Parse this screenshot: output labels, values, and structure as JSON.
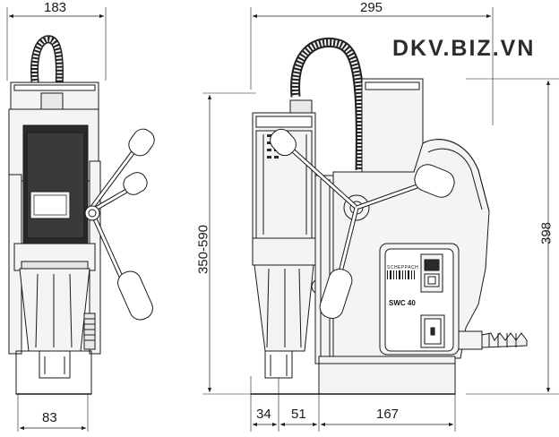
{
  "brand": "DKV.BIZ.VN",
  "model": "SWC 40",
  "maker_label": "SCHEPPACH",
  "dimensions": {
    "front_width": "183",
    "front_base_width": "83",
    "side_width": "295",
    "side_height": "398",
    "side_stroke_height": "350-590",
    "side_offset_1": "34",
    "side_offset_2": "51",
    "side_base_length": "167"
  },
  "colors": {
    "line": "#1a1a1a",
    "body_fill": "#f4f4f4",
    "dark_fill": "#2a2a2a"
  }
}
